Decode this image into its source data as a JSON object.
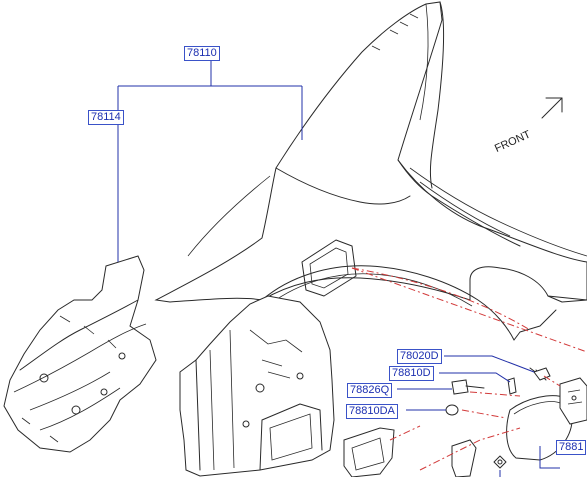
{
  "diagram": {
    "direction_label": "FRONT",
    "direction_arrow_icon": "front-arrow-icon",
    "parts": [
      {
        "id": "p78110",
        "label": "78110"
      },
      {
        "id": "p78114",
        "label": "78114"
      },
      {
        "id": "p78020D",
        "label": "78020D"
      },
      {
        "id": "p78810D",
        "label": "78810D"
      },
      {
        "id": "p78826Q",
        "label": "78826Q"
      },
      {
        "id": "p78810DA",
        "label": "78810DA"
      },
      {
        "id": "p7881",
        "label": "7881"
      }
    ],
    "colors": {
      "label_text": "#1c2fb0",
      "label_border": "#3a52c8",
      "leader_line": "#2230a8",
      "phantom_line": "#d23a3a",
      "drawing_line": "#2a2a2a"
    }
  }
}
